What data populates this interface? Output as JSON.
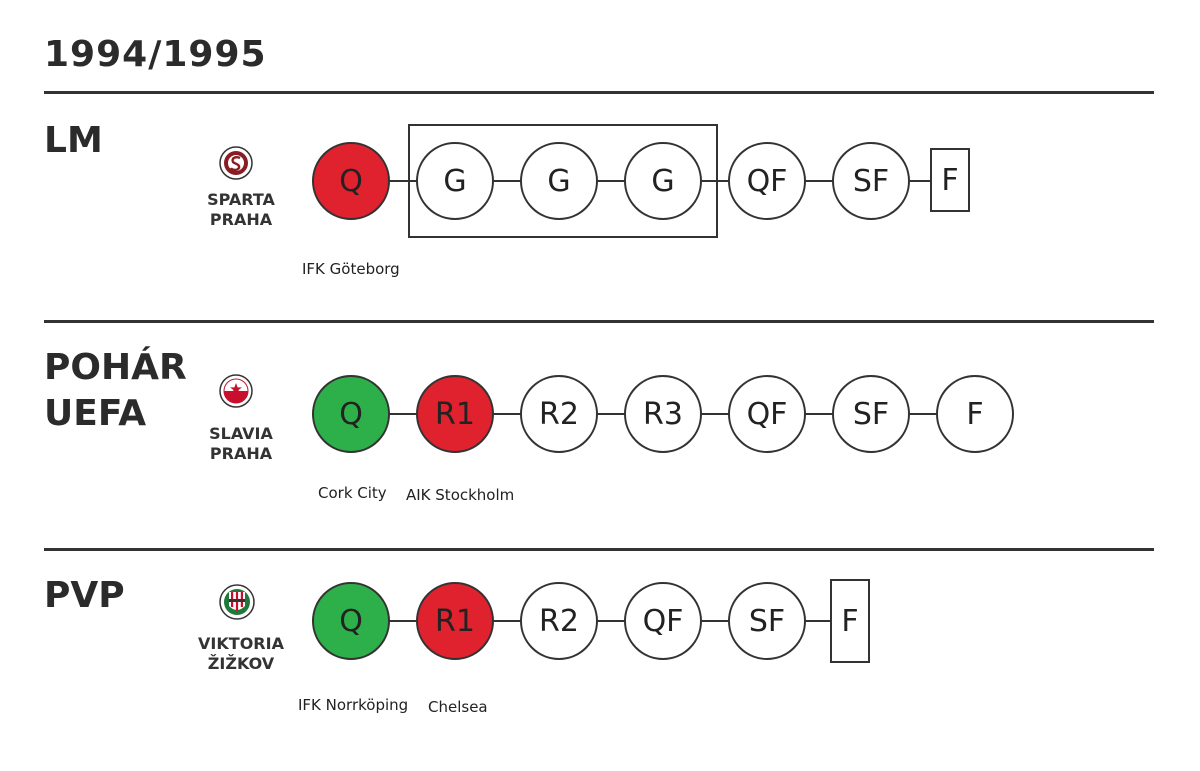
{
  "season": "1994/1995",
  "colors": {
    "win": "#2db04a",
    "loss": "#e0212e"
  },
  "sections": [
    {
      "competition": [
        "LM"
      ],
      "club": {
        "name_lines": [
          "SPARTA",
          "PRAHA"
        ],
        "crest": "sparta-crest-icon"
      },
      "rounds": [
        "Q",
        "G",
        "G",
        "G",
        "QF",
        "SF",
        "F"
      ],
      "opponents": [
        "IFK Göteborg"
      ]
    },
    {
      "competition": [
        "POHÁR",
        "UEFA"
      ],
      "club": {
        "name_lines": [
          "SLAVIA",
          "PRAHA"
        ],
        "crest": "slavia-crest-icon"
      },
      "rounds": [
        "Q",
        "R1",
        "R2",
        "R3",
        "QF",
        "SF",
        "F"
      ],
      "opponents": [
        "Cork City",
        "AIK Stockholm"
      ]
    },
    {
      "competition": [
        "PVP"
      ],
      "club": {
        "name_lines": [
          "VIKTORIA",
          "ŽIŽKOV"
        ],
        "crest": "viktoria-crest-icon"
      },
      "rounds": [
        "Q",
        "R1",
        "R2",
        "QF",
        "SF",
        "F"
      ],
      "opponents": [
        "IFK Norrköping",
        "Chelsea"
      ]
    }
  ]
}
